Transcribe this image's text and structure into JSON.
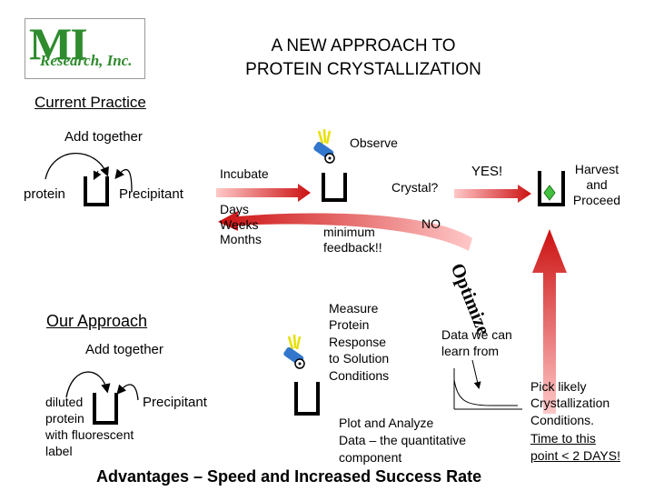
{
  "logo": {
    "mark": "MI",
    "company": "Research, Inc."
  },
  "title": "A NEW APPROACH TO\nPROTEIN CRYSTALLIZATION",
  "current": {
    "heading": "Current Practice",
    "add_together": "Add together",
    "protein": "protein",
    "precipitant": "Precipitant",
    "incubate": "Incubate",
    "durations": "Days\nWeeks\nMonths",
    "observe": "Observe",
    "crystal_q": "Crystal?",
    "yes": "YES!",
    "harvest": "Harvest\nand\nProceed",
    "no": "NO",
    "feedback": "minimum\nfeedback!!",
    "optimize": "Optimize"
  },
  "approach": {
    "heading": "Our Approach",
    "add_together": "Add together",
    "diluted": "diluted\nprotein\nwith fluorescent\nlabel",
    "precipitant": "Precipitant",
    "measure": "Measure\nProtein\nResponse\nto Solution\nConditions",
    "learn": "Data we can\nlearn from",
    "plot": "Plot and Analyze\nData – the quantitative\ncomponent",
    "pick": "Pick likely\nCrystallization\nConditions.",
    "time_line1": "Time to this",
    "time_line2": "point < 2 DAYS!"
  },
  "footer": "Advantages – Speed and Increased Success Rate",
  "colors": {
    "logo_green": "#2e8b2e",
    "arrow_red": "#cc1111",
    "crystal_green": "#44c040",
    "spark_yellow": "#e8e000",
    "lens_blue": "#3377cc"
  }
}
